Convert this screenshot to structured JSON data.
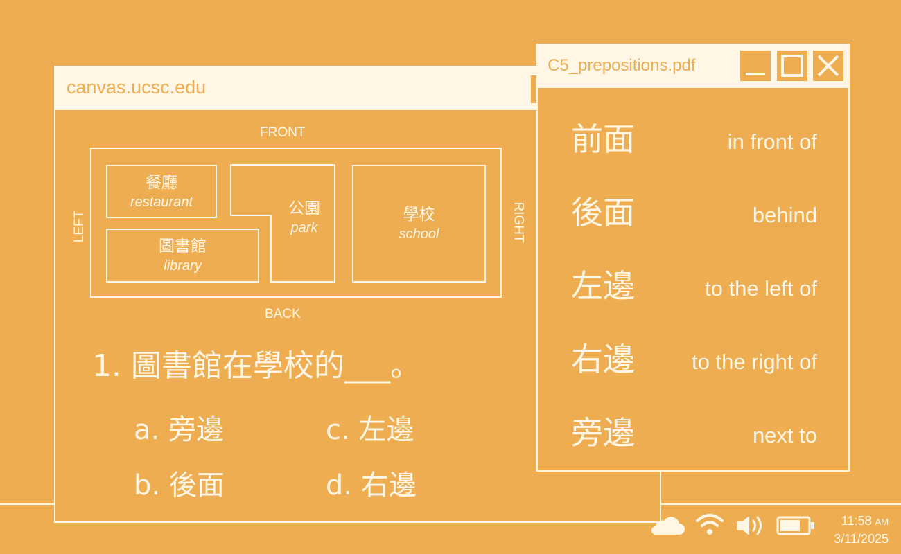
{
  "browser": {
    "url": "canvas.ucsc.edu"
  },
  "map": {
    "front": "FRONT",
    "back": "BACK",
    "left": "LEFT",
    "right": "RIGHT",
    "restaurant": {
      "zh": "餐廳",
      "en": "restaurant"
    },
    "library": {
      "zh": "圖書館",
      "en": "library"
    },
    "park": {
      "zh": "公園",
      "en": "park"
    },
    "school": {
      "zh": "學校",
      "en": "school"
    }
  },
  "quiz": {
    "question": "1. 圖書館在學校的___。",
    "options": [
      {
        "label": "a. 旁邊"
      },
      {
        "label": "b. 後面"
      },
      {
        "label": "c. 左邊"
      },
      {
        "label": "d. 右邊"
      }
    ]
  },
  "pdf": {
    "title": "C5_prepositions.pdf",
    "vocab": [
      {
        "zh": "前面",
        "en": "in front of"
      },
      {
        "zh": "後面",
        "en": "behind"
      },
      {
        "zh": "左邊",
        "en": "to the left of"
      },
      {
        "zh": "右邊",
        "en": "to the right of"
      },
      {
        "zh": "旁邊",
        "en": "next to"
      }
    ]
  },
  "tray": {
    "icons": [
      "cloud-icon",
      "wifi-icon",
      "volume-icon",
      "battery-icon"
    ],
    "time": "11:58",
    "ampm": "AM",
    "date": "3/11/2025"
  },
  "colors": {
    "background": "#EEAD51",
    "foreground": "#FFF6E6"
  }
}
